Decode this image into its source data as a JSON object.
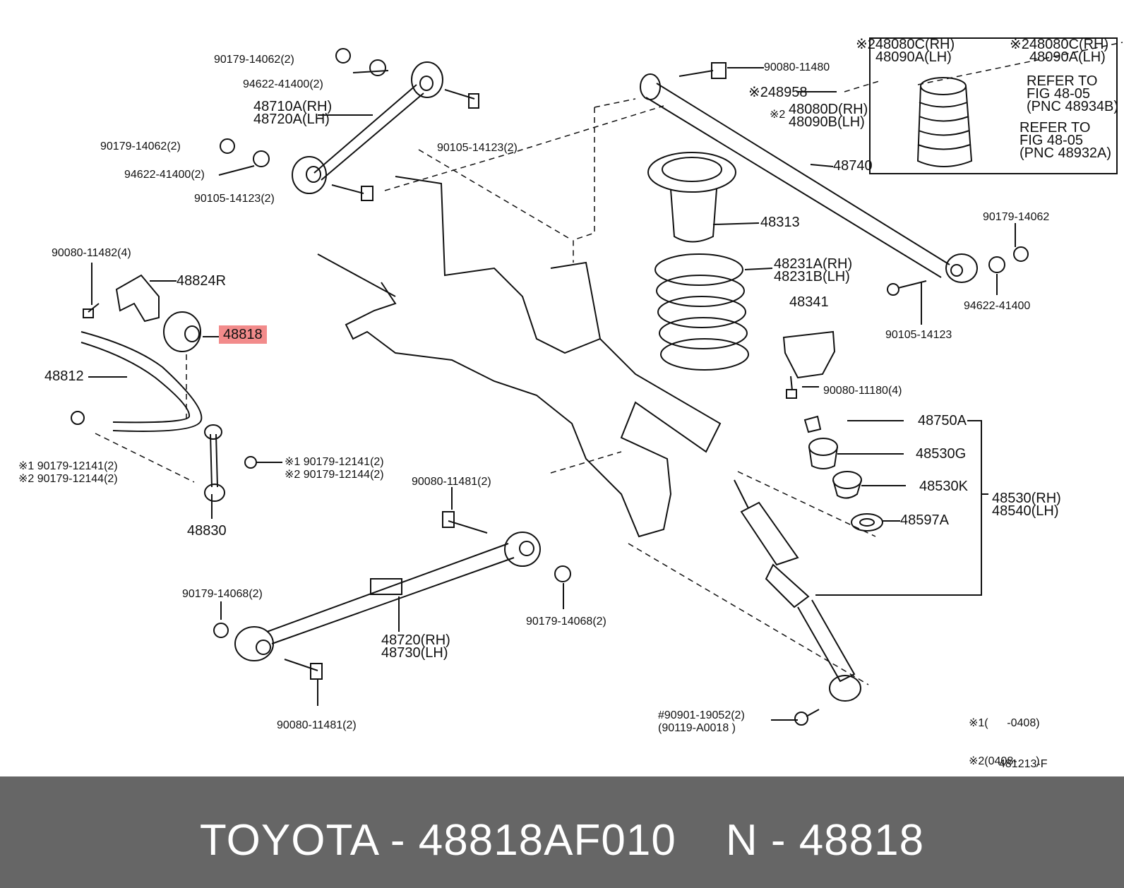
{
  "diagram": {
    "labels": {
      "l_90179_14062_a": "90179-14062(2)",
      "l_94622_41400_a": "94622-41400(2)",
      "l_48710a": "48710A(RH)",
      "l_48720a": "48720A(LH)",
      "l_90179_14062_b": "90179-14062(2)",
      "l_94622_41400_b": "94622-41400(2)",
      "l_90105_14123_a": "90105-14123(2)",
      "l_90105_14123_b": "90105-14123(2)",
      "l_90080_11480": "90080-11480",
      "l_48958": "※248958",
      "l_48080d": "48080D(RH)",
      "l_48090b": "48090B(LH)",
      "l_48080d_prefix": "※2",
      "l_48080c_a": "※248080C(RH)",
      "l_48090a_a": "48090A(LH)",
      "l_48080c_b": "※248080C(RH)",
      "l_48090a_b": "48090A(LH)",
      "l_refer1_a": "REFER TO",
      "l_refer1_b": "FIG 48-05",
      "l_refer1_c": "(PNC 48934B)",
      "l_refer2_a": "REFER TO",
      "l_refer2_b": "FIG 48-05",
      "l_refer2_c": "(PNC 48932A)",
      "l_48740": "48740",
      "l_48313": "48313",
      "l_48231a": "48231A(RH)",
      "l_48231b": "48231B(LH)",
      "l_90179_14062_c": "90179-14062",
      "l_94622_41400_c": "94622-41400",
      "l_90105_14123_c": "90105-14123",
      "l_48341": "48341",
      "l_90080_11180": "90080-11180(4)",
      "l_90080_11482": "90080-11482(4)",
      "l_48824r": "48824R",
      "l_48818": "48818",
      "l_48812": "48812",
      "l_x1_a": "※1 90179-12141(2)",
      "l_x2_a": "※2 90179-12144(2)",
      "l_x1_b": "※1 90179-12141(2)",
      "l_x2_b": "※2 90179-12144(2)",
      "l_48830": "48830",
      "l_90080_11481_a": "90080-11481(2)",
      "l_48750a": "48750A",
      "l_48530g": "48530G",
      "l_48530k": "48530K",
      "l_48597a": "48597A",
      "l_48530rh": "48530(RH)",
      "l_48540lh": "48540(LH)",
      "l_90179_14068_a": "90179-14068(2)",
      "l_90179_14068_b": "90179-14068(2)",
      "l_48720rh": "48720(RH)",
      "l_48730lh": "48730(LH)",
      "l_90080_11481_b": "90080-11481(2)",
      "l_90901": "#90901-19052(2)",
      "l_90119": "(90119-A0018 )",
      "l_note1": "※1(      -0408)",
      "l_note2": "※2(0408-      )",
      "l_figno": "481213-F"
    },
    "highlight_color": "#f28b8b"
  },
  "footer": {
    "brand": "TOYOTA - 48818AF010",
    "part": "N - 48818",
    "bg_color": "#666666"
  }
}
